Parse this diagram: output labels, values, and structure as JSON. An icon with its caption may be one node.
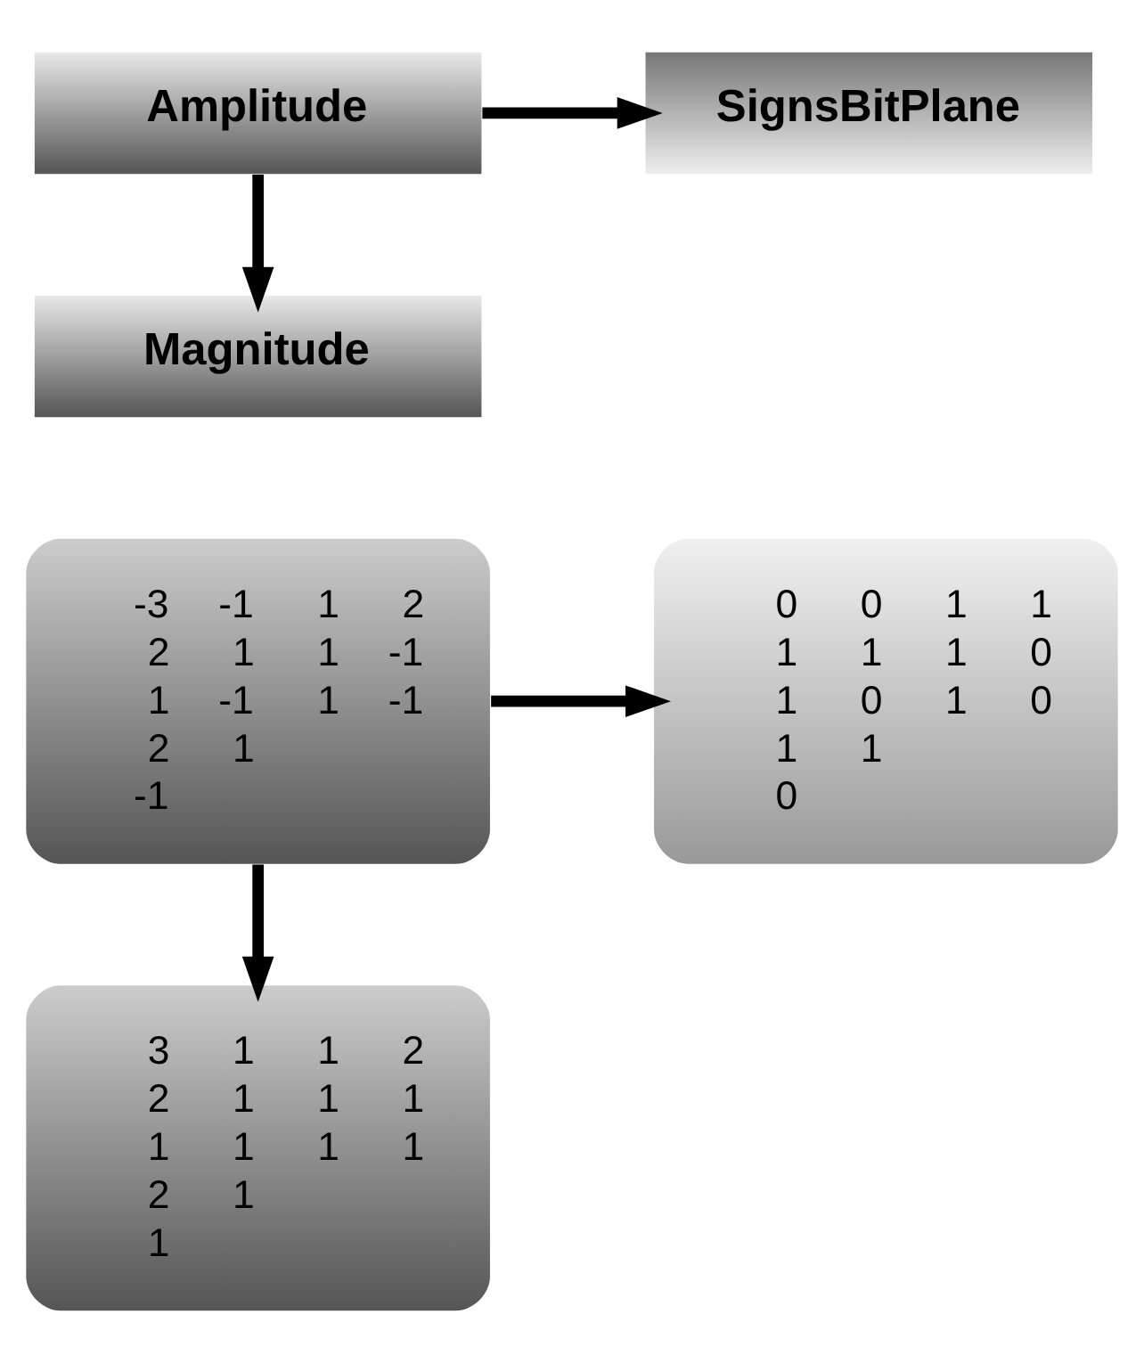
{
  "diagram": {
    "nodes": [
      {
        "text": [
          "Amplitude"
        ]
      },
      {
        "text": [
          "SignsBitPlane"
        ]
      },
      {
        "text": [
          "Magnitude"
        ]
      },
      {
        "text": [
          "-3 -1 1 2",
          "2 1 1 -1",
          "1 -1 1 -1",
          "2 1",
          "-1"
        ]
      },
      {
        "text": [
          "0 0 1 1",
          "1 1 1 0",
          "1 0 1 0",
          "1 1",
          "0"
        ]
      },
      {
        "text": [
          "3 1 1 2",
          "2 1 1 1",
          "1 1 1 1",
          "2 1",
          "1"
        ]
      }
    ],
    "edges": [
      {
        "from": 0,
        "to": 1,
        "arrow": "to"
      },
      {
        "from": 0,
        "to": 2,
        "arrow": "to"
      },
      {
        "from": 3,
        "to": 4,
        "arrow": "to"
      },
      {
        "from": 3,
        "to": 5,
        "arrow": "to"
      }
    ]
  }
}
